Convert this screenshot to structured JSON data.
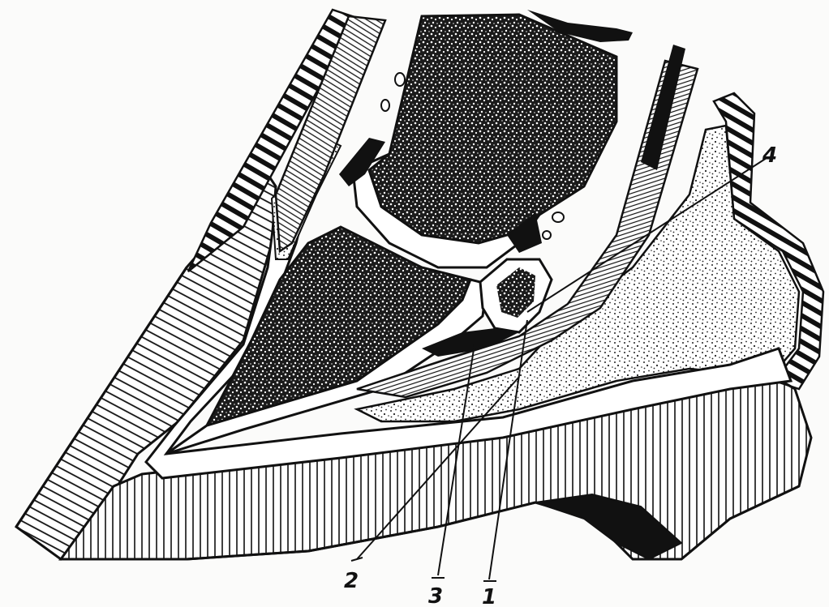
{
  "figure": {
    "callouts": [
      {
        "id": "1",
        "label": "1"
      },
      {
        "id": "2",
        "label": "2"
      },
      {
        "id": "3",
        "label": "3"
      },
      {
        "id": "4",
        "label": "4"
      }
    ],
    "colors": {
      "ink": "#111111",
      "paper": "#fbfbfa",
      "stipple": "#1b1b1b"
    }
  }
}
